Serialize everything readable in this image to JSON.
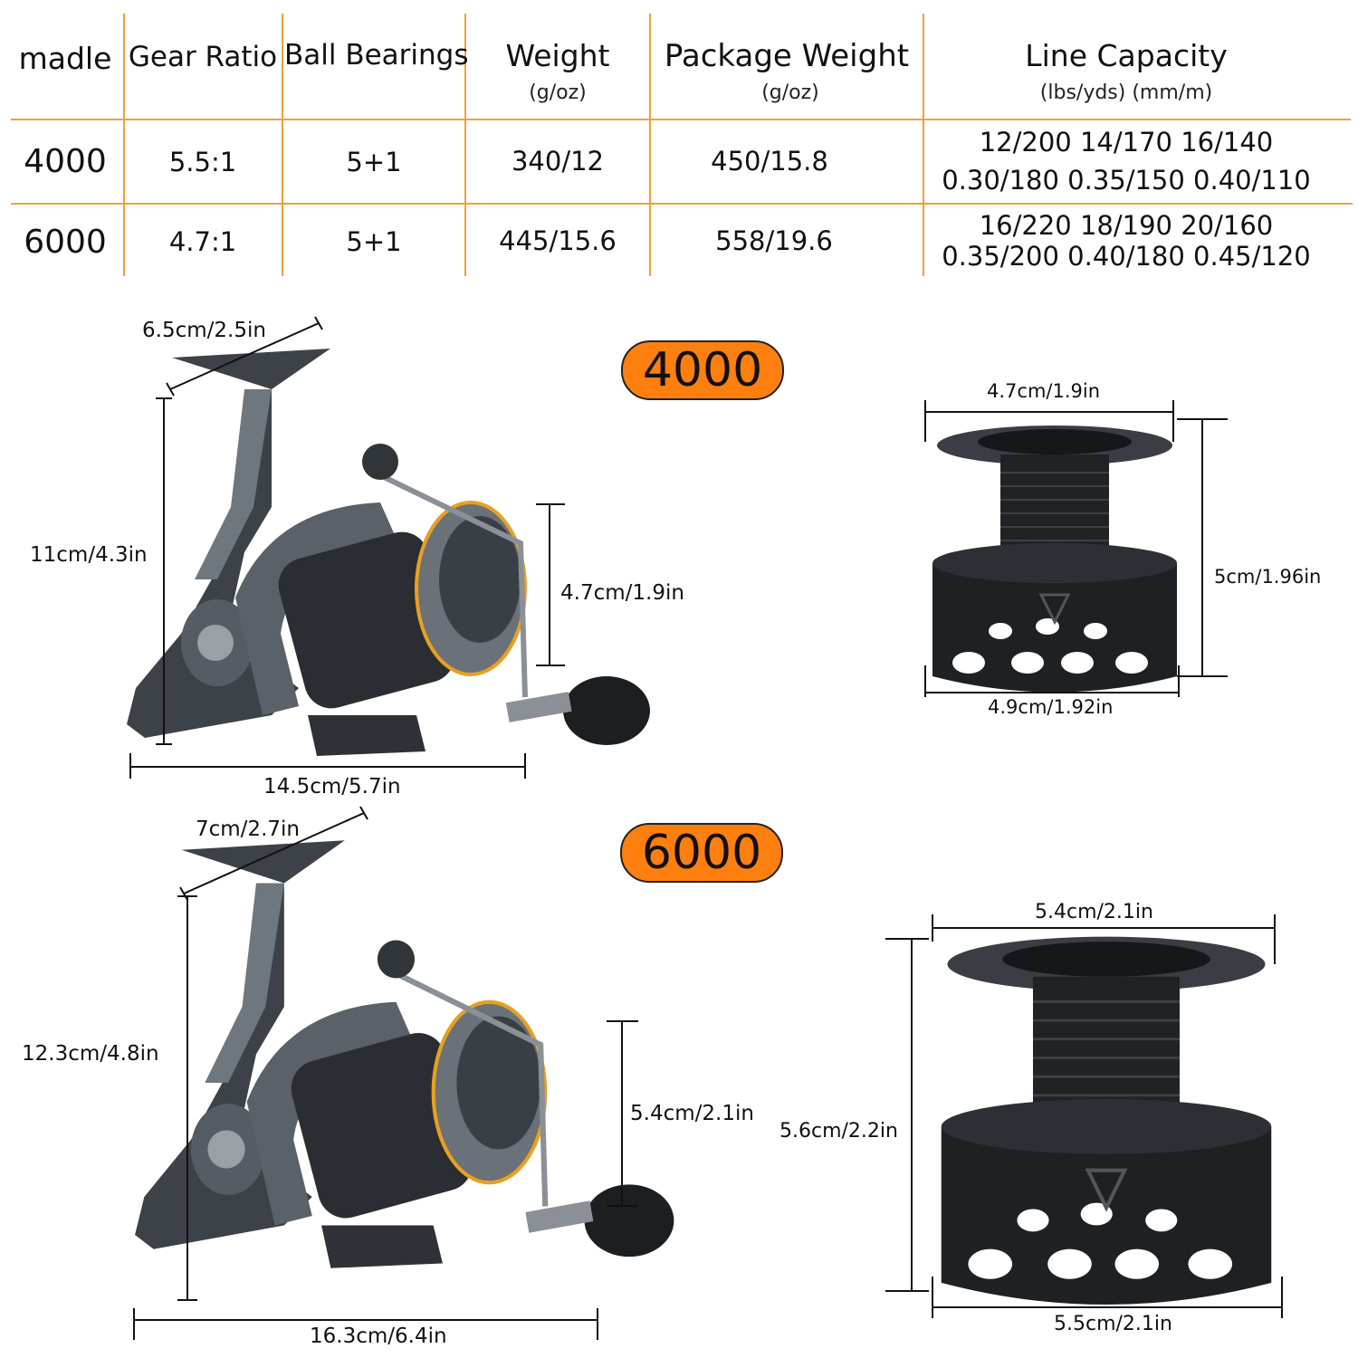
{
  "table": {
    "headers": [
      {
        "title": "madle",
        "sub": ""
      },
      {
        "title": "Gear Ratio",
        "sub": ""
      },
      {
        "title": "Ball Bearings",
        "sub": ""
      },
      {
        "title": "Weight",
        "sub": "(g/oz)"
      },
      {
        "title": "Package Weight",
        "sub": "(g/oz)"
      },
      {
        "title": "Line Capacity",
        "sub": "(lbs/yds) (mm/m)"
      }
    ],
    "rows": [
      {
        "model": "4000",
        "gear_ratio": "5.5:1",
        "bearings": "5+1",
        "weight": "340/12",
        "package_weight": "450/15.8",
        "line_lbs": "12/200 14/170 16/140",
        "line_mm": "0.30/180 0.35/150 0.40/110"
      },
      {
        "model": "6000",
        "gear_ratio": "4.7:1",
        "bearings": "5+1",
        "weight": "445/15.6",
        "package_weight": "558/19.6",
        "line_lbs": "16/220 18/190 20/160",
        "line_mm": "0.35/200 0.40/180 0.45/120"
      }
    ]
  },
  "models": [
    {
      "badge": "4000",
      "reel": {
        "rotor_width": "6.5cm/2.5in",
        "height": "11cm/4.3in",
        "spool_height": "4.7cm/1.9in",
        "length": "14.5cm/5.7in"
      },
      "spool": {
        "top_width": "4.7cm/1.9in",
        "height": "5cm/1.96in",
        "bottom_width": "4.9cm/1.92in"
      }
    },
    {
      "badge": "6000",
      "reel": {
        "rotor_width": "7cm/2.7in",
        "height": "12.3cm/4.8in",
        "spool_height": "5.4cm/2.1in",
        "length": "16.3cm/6.4in"
      },
      "spool": {
        "top_width": "5.4cm/2.1in",
        "height": "5.6cm/2.2in",
        "bottom_width": "5.5cm/2.1in"
      }
    }
  ],
  "colors": {
    "accent": "#ff7f0e",
    "table_lines": "#f0a040",
    "reel_body": "#3a3f45",
    "spool_accent": "#e8a020"
  }
}
